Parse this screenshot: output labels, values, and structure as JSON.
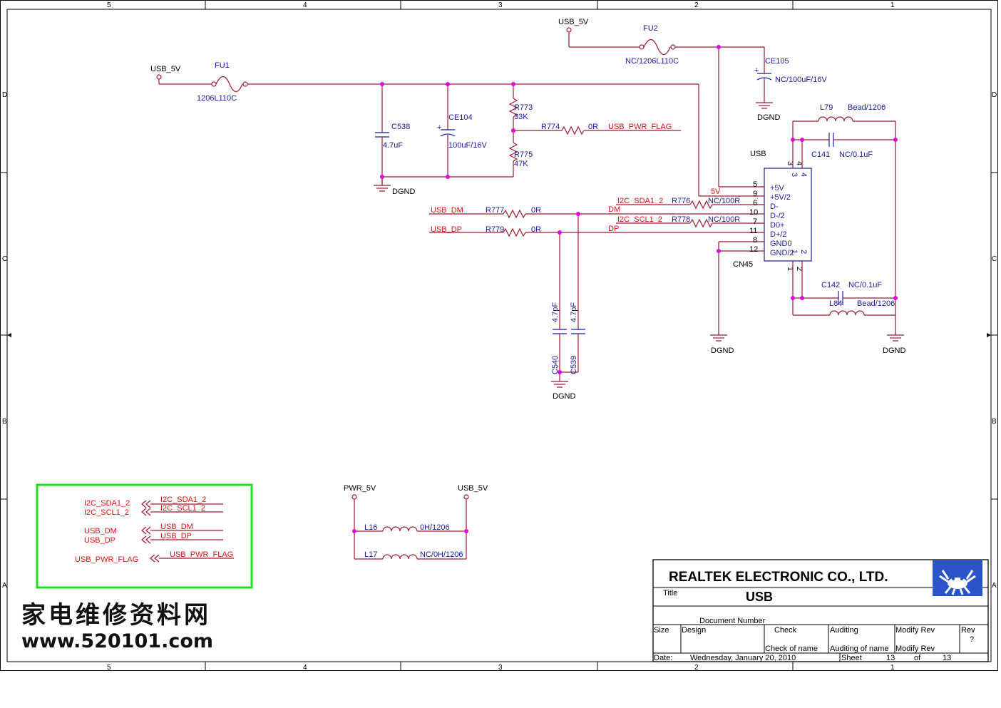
{
  "frame": {
    "col_labels": [
      "5",
      "4",
      "3",
      "2",
      "1"
    ],
    "row_labels": [
      "D",
      "C",
      "B",
      "A"
    ]
  },
  "power": {
    "usb5v_a": "USB_5V",
    "usb5v_b": "USB_5V",
    "usb5v_c": "USB_5V",
    "pwr5v": "PWR_5V",
    "dgnd": "DGND"
  },
  "parts": {
    "fu1": {
      "ref": "FU1",
      "val": "1206L110C"
    },
    "fu2": {
      "ref": "FU2",
      "val": "NC/1206L110C"
    },
    "ce105": {
      "ref": "CE105",
      "val": "NC/100uF/16V"
    },
    "c538": {
      "ref": "C538",
      "val": "4.7uF"
    },
    "ce104": {
      "ref": "CE104",
      "val": "100uF/16V"
    },
    "r773": {
      "ref": "R773",
      "val": "33K"
    },
    "r775": {
      "ref": "R775",
      "val": "47K"
    },
    "r774": {
      "ref": "R774",
      "val": "0R"
    },
    "r777": {
      "ref": "R777",
      "val": "0R"
    },
    "r779": {
      "ref": "R779",
      "val": "0R"
    },
    "r776": {
      "ref": "R776",
      "val": "NC/100R"
    },
    "r778": {
      "ref": "R778",
      "val": "NC/100R"
    },
    "l79": {
      "ref": "L79",
      "val": "Bead/1206"
    },
    "l84": {
      "ref": "L84",
      "val": "Bead/1206"
    },
    "c141": {
      "ref": "C141",
      "val": "NC/0.1uF"
    },
    "c142": {
      "ref": "C142",
      "val": "NC/0.1uF"
    },
    "c540": {
      "ref": "C540",
      "val": "4.7pF"
    },
    "c539": {
      "ref": "C539",
      "val": "4.7pF"
    },
    "l16": {
      "ref": "L16",
      "val": "0H/1206"
    },
    "l17": {
      "ref": "L17",
      "val": "NC/0H/1206"
    },
    "cn45": {
      "ref": "CN45",
      "name": "USB"
    }
  },
  "nets": {
    "usb_pwr_flag": "USB_PWR_FLAG",
    "usb_dm": "USB_DM",
    "usb_dp": "USB_DP",
    "i2c_sda": "I2C_SDA1_2",
    "i2c_scl": "I2C_SCL1_2",
    "dm": "DM",
    "dp": "DP",
    "v5": "5V"
  },
  "connector": {
    "pins_left": [
      "5",
      "9",
      "6",
      "10",
      "7",
      "11",
      "8",
      "12"
    ],
    "pin_names": [
      "+5V",
      "+5V/2",
      "D-",
      "D-/2",
      "D0+",
      "D+/2",
      "GND0",
      "GND/2"
    ],
    "pins_top": [
      "3",
      "4"
    ],
    "pins_bottom": [
      "1",
      "2"
    ],
    "inner_top": [
      "3",
      "4"
    ],
    "inner_bottom": [
      "1",
      "2"
    ]
  },
  "legend": {
    "left": [
      "I2C_SDA1_2",
      "I2C_SCL1_2",
      "USB_DM",
      "USB_DP",
      "USB_PWR_FLAG"
    ],
    "right": [
      "I2C_SDA1_2",
      "I2C_SCL1_2",
      "USB_DM",
      "USB_DP",
      "USB_PWR_FLAG"
    ]
  },
  "title_block": {
    "company": "REALTEK  ELECTRONIC  CO.,  LTD.",
    "title_label": "Title",
    "title": "USB",
    "doc_number_label": "Document Number",
    "size_label": "Size",
    "design_label": "Design",
    "check_label": "Check",
    "auditing_label": "Auditing",
    "modify_rev_label": "Modify Rev",
    "rev_label": "Rev",
    "rev_value": "?",
    "check_of_name": "Check  of  name",
    "auditing_of_name": "Auditing of name",
    "modify_rev_2": "Modify Rev",
    "date_label": "Date:",
    "date": "Wednesday, January 20, 2010",
    "sheet_label": "Sheet",
    "sheet_num": "13",
    "of_label": "of",
    "sheet_total": "13"
  },
  "watermark": {
    "cn": "家电维修资料网",
    "url": "www.520101.com"
  },
  "colors": {
    "wire": "#a01830",
    "junction": "#e000e0",
    "net_label": "#e01010",
    "part_text": "#1a1aa0",
    "legend_box": "#22dd22",
    "logo_bg": "#2a54c8"
  }
}
